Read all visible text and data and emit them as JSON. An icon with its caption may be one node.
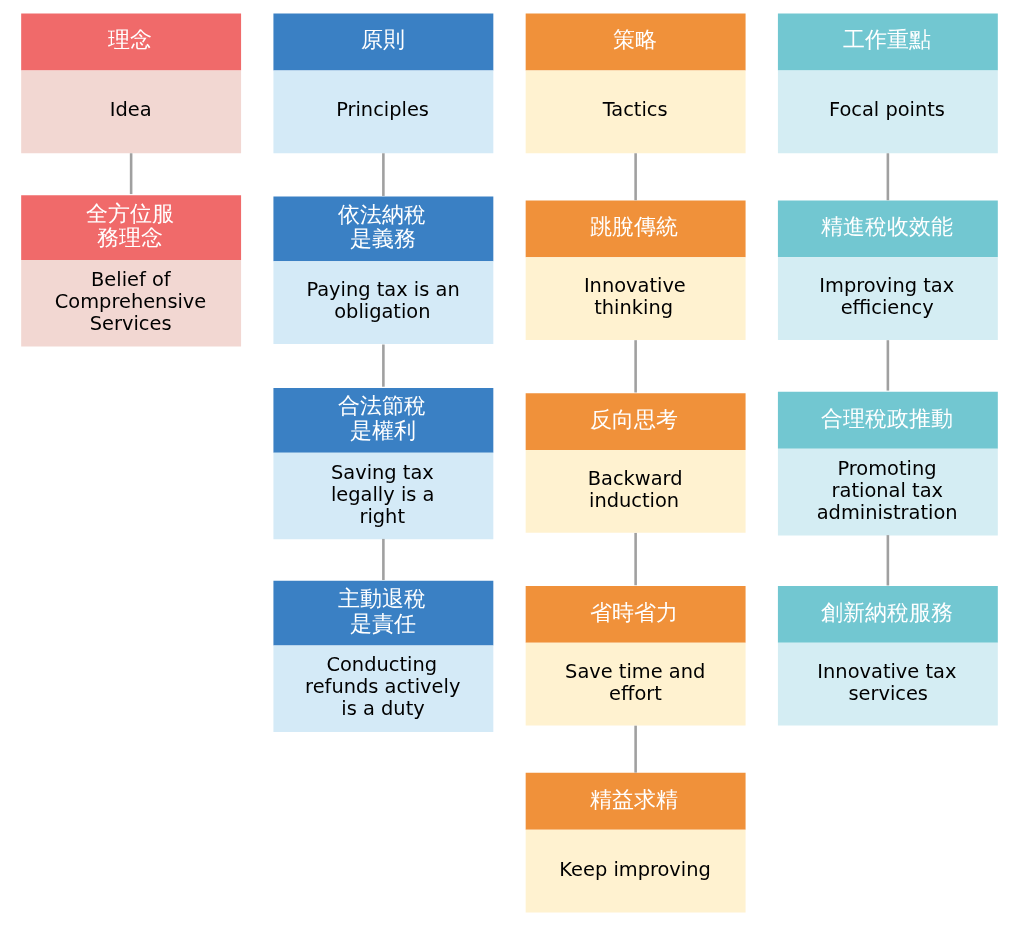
{
  "diagram": {
    "nodes": [
      {
        "text": [
          "理念",
          "Idea"
        ]
      },
      {
        "text": [
          "原則",
          "Principles"
        ]
      },
      {
        "text": [
          "策略",
          "Tactics"
        ]
      },
      {
        "text": [
          "工作重點",
          "Focal points"
        ]
      },
      {
        "text": [
          "全方位服務理念",
          "Belief of Comprehensive Services"
        ]
      },
      {
        "text": [
          "依法納稅是義務",
          "Paying tax is an obligation"
        ]
      },
      {
        "text": [
          "合法節稅是權利",
          "Saving tax legally is a right"
        ]
      },
      {
        "text": [
          "主動退稅是責任",
          "Conducting refunds actively is a duty"
        ]
      },
      {
        "text": [
          "跳脫傳統",
          "Innovative thinking"
        ]
      },
      {
        "text": [
          "反向思考",
          "Backward induction"
        ]
      },
      {
        "text": [
          "省時省力",
          "Save time and effort"
        ]
      },
      {
        "text": [
          "精益求精",
          "Keep improving"
        ]
      },
      {
        "text": [
          "精進稅收效能",
          "Improving tax efficiency"
        ]
      },
      {
        "text": [
          "合理稅政推動",
          "Promoting rational tax administration"
        ]
      },
      {
        "text": [
          "創新納稅服務",
          "Innovative tax services"
        ]
      }
    ],
    "edges": [
      {
        "from": 0,
        "to": 4,
        "arrow": "none"
      },
      {
        "from": 1,
        "to": 5,
        "arrow": "none"
      },
      {
        "from": 2,
        "to": 8,
        "arrow": "none"
      },
      {
        "from": 3,
        "to": 12,
        "arrow": "none"
      },
      {
        "from": 5,
        "to": 6,
        "arrow": "none"
      },
      {
        "from": 6,
        "to": 7,
        "arrow": "none"
      },
      {
        "from": 8,
        "to": 9,
        "arrow": "none"
      },
      {
        "from": 9,
        "to": 10,
        "arrow": "none"
      },
      {
        "from": 10,
        "to": 11,
        "arrow": "none"
      },
      {
        "from": 12,
        "to": 13,
        "arrow": "none"
      },
      {
        "from": 13,
        "to": 14,
        "arrow": "none"
      }
    ]
  }
}
